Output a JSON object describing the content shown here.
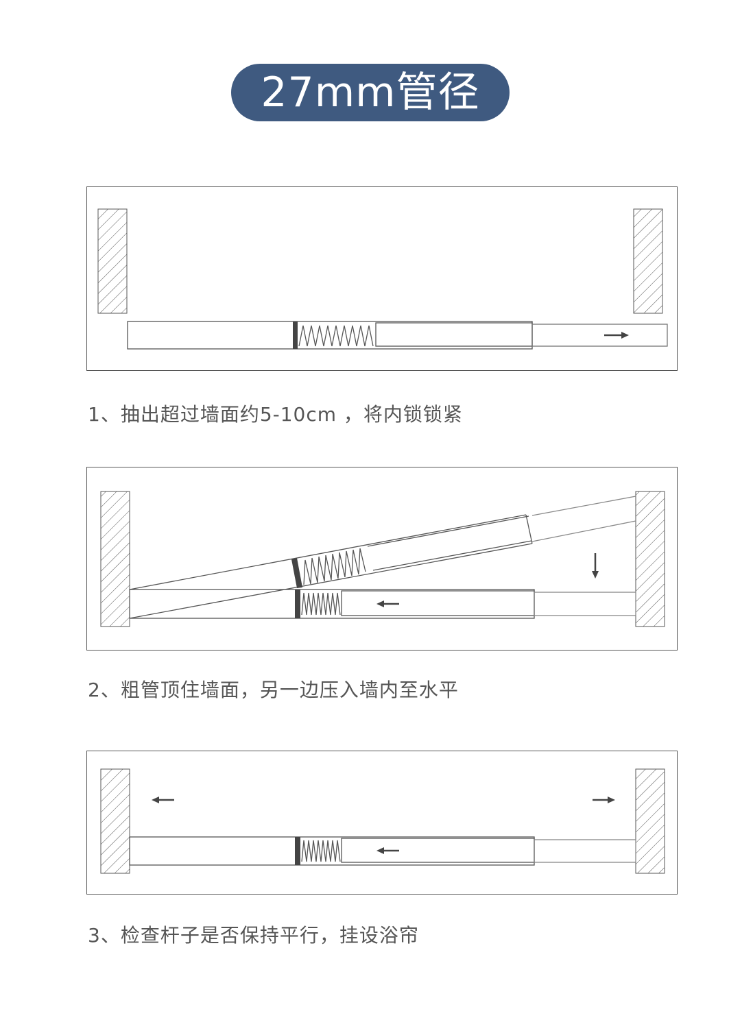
{
  "title": "27mm管径",
  "steps": [
    {
      "caption": "1、抽出超过墙面约5-10cm ，将内锁锁紧"
    },
    {
      "caption": "2、粗管顶住墙面，另一边压入墙内至水平"
    },
    {
      "caption": "3、检查杆子是否保持平行，挂设浴帘"
    }
  ],
  "colors": {
    "title_bg": "#3f5a80",
    "line": "#555555",
    "arrow": "#444444"
  },
  "icons": [
    "hatched-wall-icon",
    "spring-icon",
    "arrow-right-icon",
    "arrow-left-icon",
    "arrow-down-icon"
  ]
}
